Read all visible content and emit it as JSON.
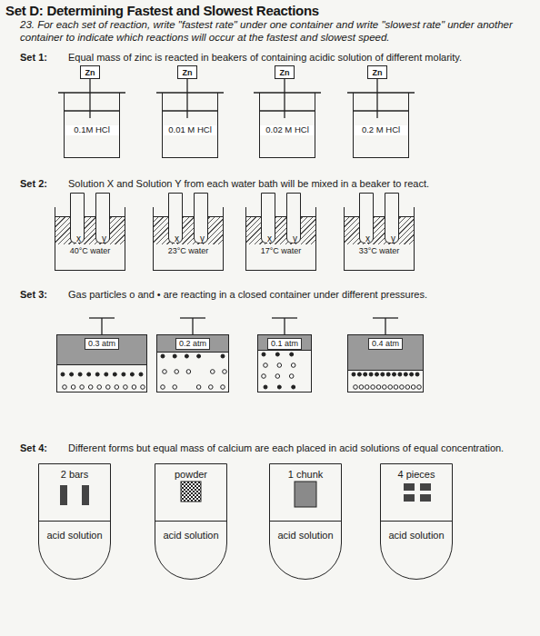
{
  "diagram": {
    "title": "Set D: Determining Fastest and Slowest Reactions",
    "nodes": [
      {
        "text": [
          "Zn"
        ]
      },
      {
        "text": [
          "Zn"
        ]
      },
      {
        "text": [
          "Zn"
        ]
      },
      {
        "text": [
          "Zn"
        ]
      },
      {
        "text": [
          "0.1M HCl"
        ]
      },
      {
        "text": [
          "0.01 M HCl"
        ]
      },
      {
        "text": [
          "0.02 M HCl"
        ]
      },
      {
        "text": [
          "0.2 M HCl"
        ]
      },
      {
        "text": [
          "40°C water"
        ]
      },
      {
        "text": [
          "x"
        ],
        "in": 8
      },
      {
        "text": [
          "y"
        ],
        "in": 8
      },
      {
        "text": [
          "23°C water"
        ]
      },
      {
        "text": [
          "x"
        ],
        "in": 11
      },
      {
        "text": [
          "y"
        ],
        "in": 11
      },
      {
        "text": [
          "17°C water"
        ]
      },
      {
        "text": [
          "x"
        ],
        "in": 14
      },
      {
        "text": [
          "y"
        ],
        "in": 14
      },
      {
        "text": [
          "33°C water"
        ]
      },
      {
        "text": [
          "x"
        ],
        "in": 17
      },
      {
        "text": [
          "y"
        ],
        "in": 17
      },
      {
        "text": [
          "0.3 atm"
        ]
      },
      {
        "text": [
          "0.2 atm"
        ]
      },
      {
        "text": [
          "0.1 atm"
        ]
      },
      {
        "text": [
          "0.4 atm"
        ]
      },
      {
        "text": [
          "2 bars",
          "acid solution"
        ]
      },
      {
        "text": [
          "powder",
          "acid solution"
        ]
      },
      {
        "text": [
          "1 chunk",
          "acid solution"
        ]
      },
      {
        "text": [
          "4 pieces",
          "acid solution"
        ]
      }
    ],
    "labels": [
      "23. For each set of reaction, write \"fastest rate\" under one container and write \"slowest rate\" under another container to indicate which reactions will occur at the fastest and slowest speed.",
      "Set 1:",
      "Equal mass of zinc is reacted in beakers of containing acidic solution of different molarity.",
      "Set 2:",
      "Solution X and Solution Y from each water bath will be mixed in a beaker to react.",
      "Set 3:",
      "Gas particles o and • are reacting in a closed container under different pressures.",
      "Set 4:",
      "Different forms but equal mass of calcium are each placed in acid solutions of equal concentration."
    ]
  }
}
